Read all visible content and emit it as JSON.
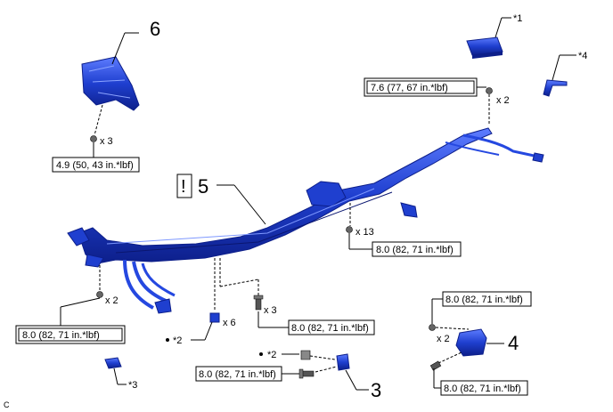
{
  "callouts": {
    "c1": "*1",
    "c2a": "*2",
    "c2b": "*2",
    "c3": "*3",
    "c4": "*4"
  },
  "parts": {
    "p3": "3",
    "p4": "4",
    "p5": "5",
    "p6": "6"
  },
  "torques": {
    "t_topright": "7.6 (77, 67 in.*lbf)",
    "t_part6": "4.9 (50, 43 in.*lbf)",
    "t_x13": "8.0 (82, 71 in.*lbf)",
    "t_left": "8.0 (82, 71 in.*lbf)",
    "t_x3": "8.0 (82, 71 in.*lbf)",
    "t_part3": "8.0 (82, 71 in.*lbf)",
    "t_part4_top": "8.0 (82, 71 in.*lbf)",
    "t_part4_bottom": "8.0 (82, 71 in.*lbf)"
  },
  "quantities": {
    "q_topright": "x 2",
    "q_part6": "x 3",
    "q_x13": "x 13",
    "q_left": "x 2",
    "q_x6": "x 6",
    "q_x3": "x 3",
    "q_part4": "x 2"
  },
  "caution_mark": "!",
  "corner_code": "C",
  "colors": {
    "part_blue": "#1f3fcf",
    "part_dark": "#0d1f8a",
    "part_light": "#6f8cff",
    "line": "#000000"
  }
}
